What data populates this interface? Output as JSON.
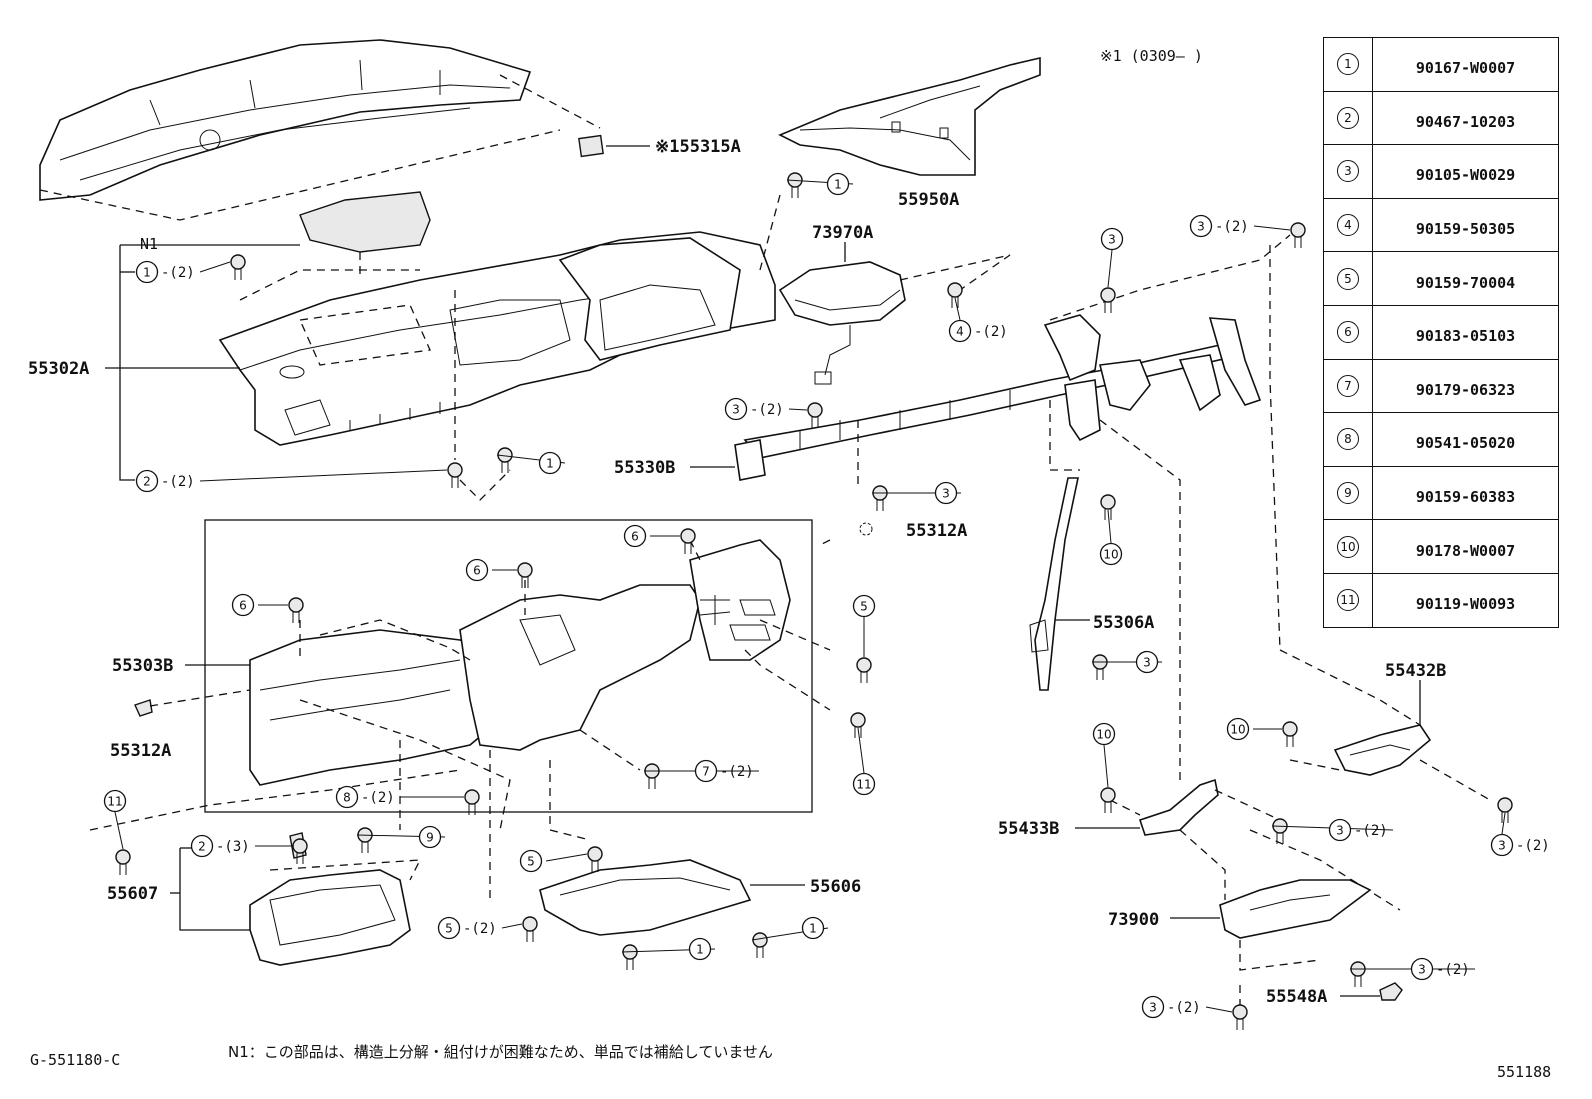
{
  "header_note": "※1 (0309–     )",
  "diagram_code": "G-551180-C",
  "ref_number": "551188",
  "footnote": "N1：この部品は、構造上分解・組付けが困難なため、単品では補給していません",
  "n1_tag": "N1",
  "fastener_table": [
    {
      "ref": "1",
      "part": "90167-W0007"
    },
    {
      "ref": "2",
      "part": "90467-10203"
    },
    {
      "ref": "3",
      "part": "90105-W0029"
    },
    {
      "ref": "4",
      "part": "90159-50305"
    },
    {
      "ref": "5",
      "part": "90159-70004"
    },
    {
      "ref": "6",
      "part": "90183-05103"
    },
    {
      "ref": "7",
      "part": "90179-06323"
    },
    {
      "ref": "8",
      "part": "90541-05020"
    },
    {
      "ref": "9",
      "part": "90159-60383"
    },
    {
      "ref": "10",
      "part": "90178-W0007"
    },
    {
      "ref": "11",
      "part": "90119-W0093"
    }
  ],
  "part_labels": {
    "p55315A": "※155315A",
    "p55950A": "55950A",
    "p73970A": "73970A",
    "p55302A": "55302A",
    "p55330B": "55330B",
    "p55312A_top": "55312A",
    "p55303B": "55303B",
    "p55312A_left": "55312A",
    "p55306A": "55306A",
    "p55432B": "55432B",
    "p55433B": "55433B",
    "p55607": "55607",
    "p55606": "55606",
    "p73900": "73900",
    "p55548A": "55548A"
  },
  "callouts": [
    {
      "ref": "1",
      "qty": "(2)"
    },
    {
      "ref": "2",
      "qty": "(2)"
    },
    {
      "ref": "1",
      "qty": ""
    },
    {
      "ref": "1",
      "qty": ""
    },
    {
      "ref": "4",
      "qty": "(2)"
    },
    {
      "ref": "3",
      "qty": "(2)"
    },
    {
      "ref": "3",
      "qty": ""
    },
    {
      "ref": "3",
      "qty": "(2)"
    },
    {
      "ref": "3",
      "qty": ""
    },
    {
      "ref": "10",
      "qty": ""
    },
    {
      "ref": "3",
      "qty": ""
    },
    {
      "ref": "6",
      "qty": ""
    },
    {
      "ref": "6",
      "qty": ""
    },
    {
      "ref": "6",
      "qty": ""
    },
    {
      "ref": "5",
      "qty": ""
    },
    {
      "ref": "11",
      "qty": ""
    },
    {
      "ref": "7",
      "qty": "(2)"
    },
    {
      "ref": "8",
      "qty": "(2)"
    },
    {
      "ref": "9",
      "qty": ""
    },
    {
      "ref": "11",
      "qty": ""
    },
    {
      "ref": "2",
      "qty": "(3)"
    },
    {
      "ref": "5",
      "qty": ""
    },
    {
      "ref": "5",
      "qty": "(2)"
    },
    {
      "ref": "1",
      "qty": ""
    },
    {
      "ref": "1",
      "qty": ""
    },
    {
      "ref": "10",
      "qty": ""
    },
    {
      "ref": "10",
      "qty": ""
    },
    {
      "ref": "3",
      "qty": "(2)"
    },
    {
      "ref": "3",
      "qty": "(2)"
    },
    {
      "ref": "3",
      "qty": "(2)"
    },
    {
      "ref": "3",
      "qty": "(2)"
    },
    {
      "ref": "1",
      "qty": ""
    }
  ]
}
